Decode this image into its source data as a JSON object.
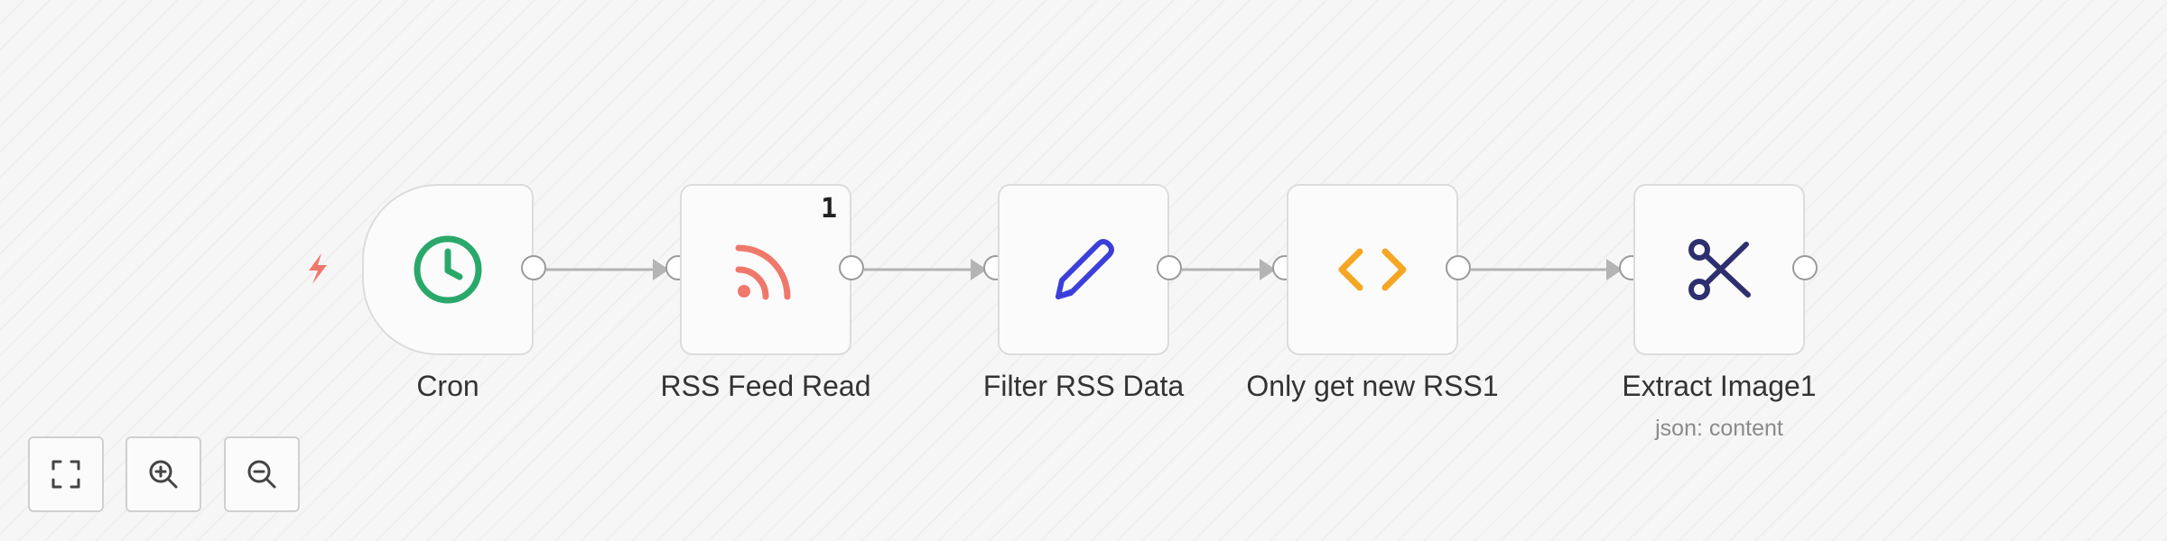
{
  "workflow": {
    "trigger_icon": "bolt-icon",
    "trigger_color": "#f0786a",
    "nodes": [
      {
        "id": "cron",
        "label": "Cron",
        "icon": "clock-icon",
        "color": "#2aa86a",
        "badge": "",
        "sublabel": ""
      },
      {
        "id": "rss-feed-read",
        "label": "RSS Feed Read",
        "icon": "rss-icon",
        "color": "#f0786a",
        "badge": "1",
        "sublabel": ""
      },
      {
        "id": "filter-rss-data",
        "label": "Filter RSS Data",
        "icon": "pencil-icon",
        "color": "#3b3fd9",
        "badge": "",
        "sublabel": ""
      },
      {
        "id": "only-get-new-rss1",
        "label": "Only get new RSS1",
        "icon": "code-icon",
        "color": "#f5a623",
        "badge": "",
        "sublabel": ""
      },
      {
        "id": "extract-image1",
        "label": "Extract Image1",
        "icon": "scissors-icon",
        "color": "#2e2f6e",
        "badge": "",
        "sublabel": "json: content"
      }
    ]
  },
  "controls": {
    "buttons": [
      {
        "id": "fit-view",
        "icon": "fit-view-icon"
      },
      {
        "id": "zoom-in",
        "icon": "zoom-in-icon"
      },
      {
        "id": "zoom-out",
        "icon": "zoom-out-icon"
      }
    ]
  },
  "colors": {
    "connection": "#b4b4b4",
    "node_border": "#dcdcdc",
    "handle_border": "#9a9a9a"
  }
}
